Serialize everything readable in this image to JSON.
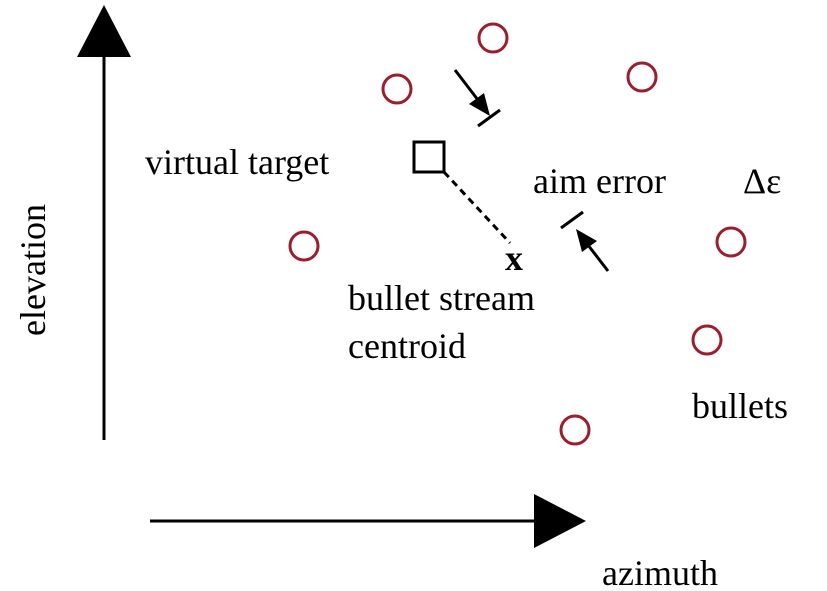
{
  "axes": {
    "vertical_label": "elevation",
    "horizontal_label": "azimuth"
  },
  "labels": {
    "virtual_target": "virtual target",
    "aim_error": "aim error",
    "aim_error_symbol": "Δε",
    "centroid_mark": "x",
    "centroid_line1": "bullet stream",
    "centroid_line2": "centroid",
    "bullets": "bullets"
  },
  "colors": {
    "bullet_stroke": "#9a1f2e",
    "line": "#000000",
    "background": "#ffffff"
  },
  "icons": {
    "bullet": "circle-outline",
    "virtual_target": "square-outline",
    "centroid": "x-mark"
  }
}
